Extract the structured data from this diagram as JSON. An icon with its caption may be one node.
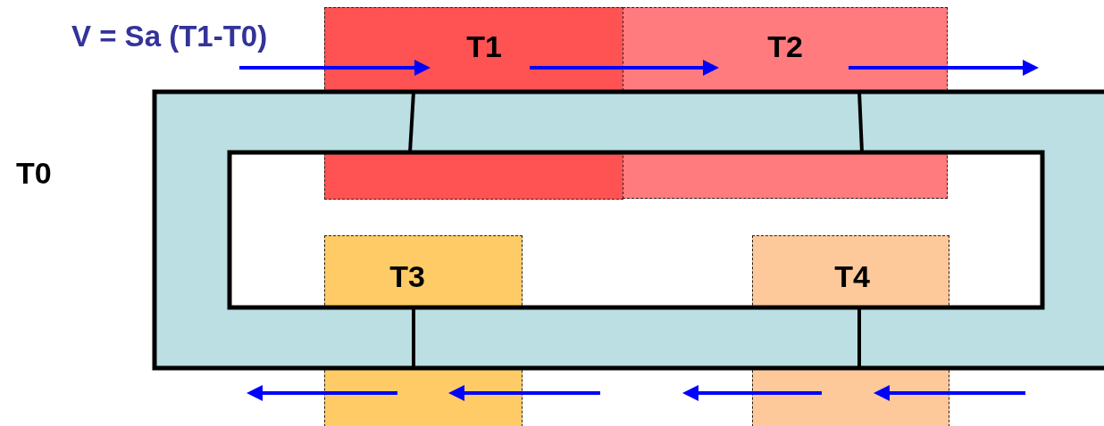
{
  "diagram": {
    "nodes": [
      {
        "text": [
          "T1"
        ]
      },
      {
        "text": [
          "T2"
        ]
      },
      {
        "text": [
          "T3"
        ]
      },
      {
        "text": [
          "T4"
        ]
      }
    ],
    "edges": [
      {
        "from": 0,
        "to": 1,
        "arrow": "to"
      }
    ],
    "labels": [
      "V = Sa (T1-T0)",
      "T0"
    ]
  }
}
